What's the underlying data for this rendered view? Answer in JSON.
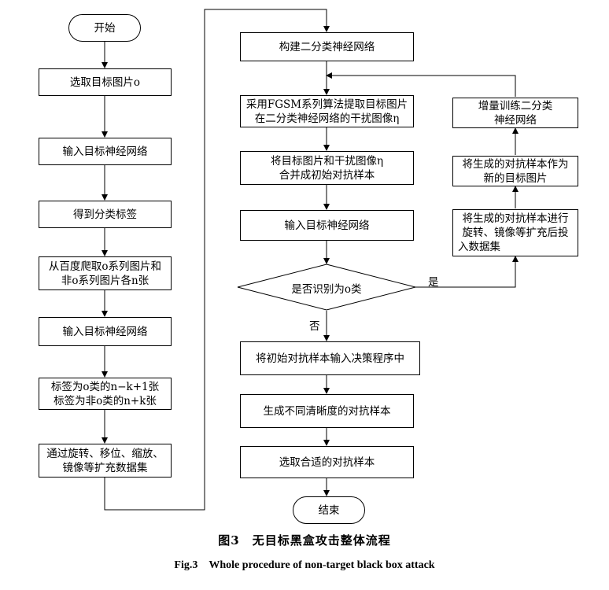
{
  "left_column": {
    "start": "开始",
    "step1": "选取目标图片o",
    "step2": "输入目标神经网络",
    "step3": "得到分类标签",
    "step4_line1": "从百度爬取o系列图片和",
    "step4_line2": "非o系列图片各n张",
    "step5": "输入目标神经网络",
    "step6_line1": "标签为o类的n−k+1张",
    "step6_line2": "标签为非o类的n+k张",
    "step7_line1": "通过旋转、移位、缩放、",
    "step7_line2": "镜像等扩充数据集"
  },
  "middle_column": {
    "step1": "构建二分类神经网络",
    "step2_line1": "采用FGSM系列算法提取目标图片",
    "step2_line2": "在二分类神经网络的干扰图像η",
    "step3_line1": "将目标图片和干扰图像η",
    "step3_line2": "合并成初始对抗样本",
    "step4": "输入目标神经网络",
    "decision": "是否识别为o类",
    "no_label": "否",
    "step5": "将初始对抗样本输入决策程序中",
    "step6": "生成不同清晰度的对抗样本",
    "step7": "选取合适的对抗样本",
    "end": "结束"
  },
  "right_column": {
    "yes_label": "是",
    "step1_line1": "将生成的对抗样本进行",
    "step1_line2": "旋转、镜像等扩充后投",
    "step1_line3": "入数据集",
    "step2_line1": "将生成的对抗样本作为",
    "step2_line2": "新的目标图片",
    "step3_line1": "增量训练二分类",
    "step3_line2": "神经网络"
  },
  "caption": {
    "cn": "图3　无目标黑盒攻击整体流程",
    "en": "Fig.3　Whole procedure of non-target black box attack"
  }
}
